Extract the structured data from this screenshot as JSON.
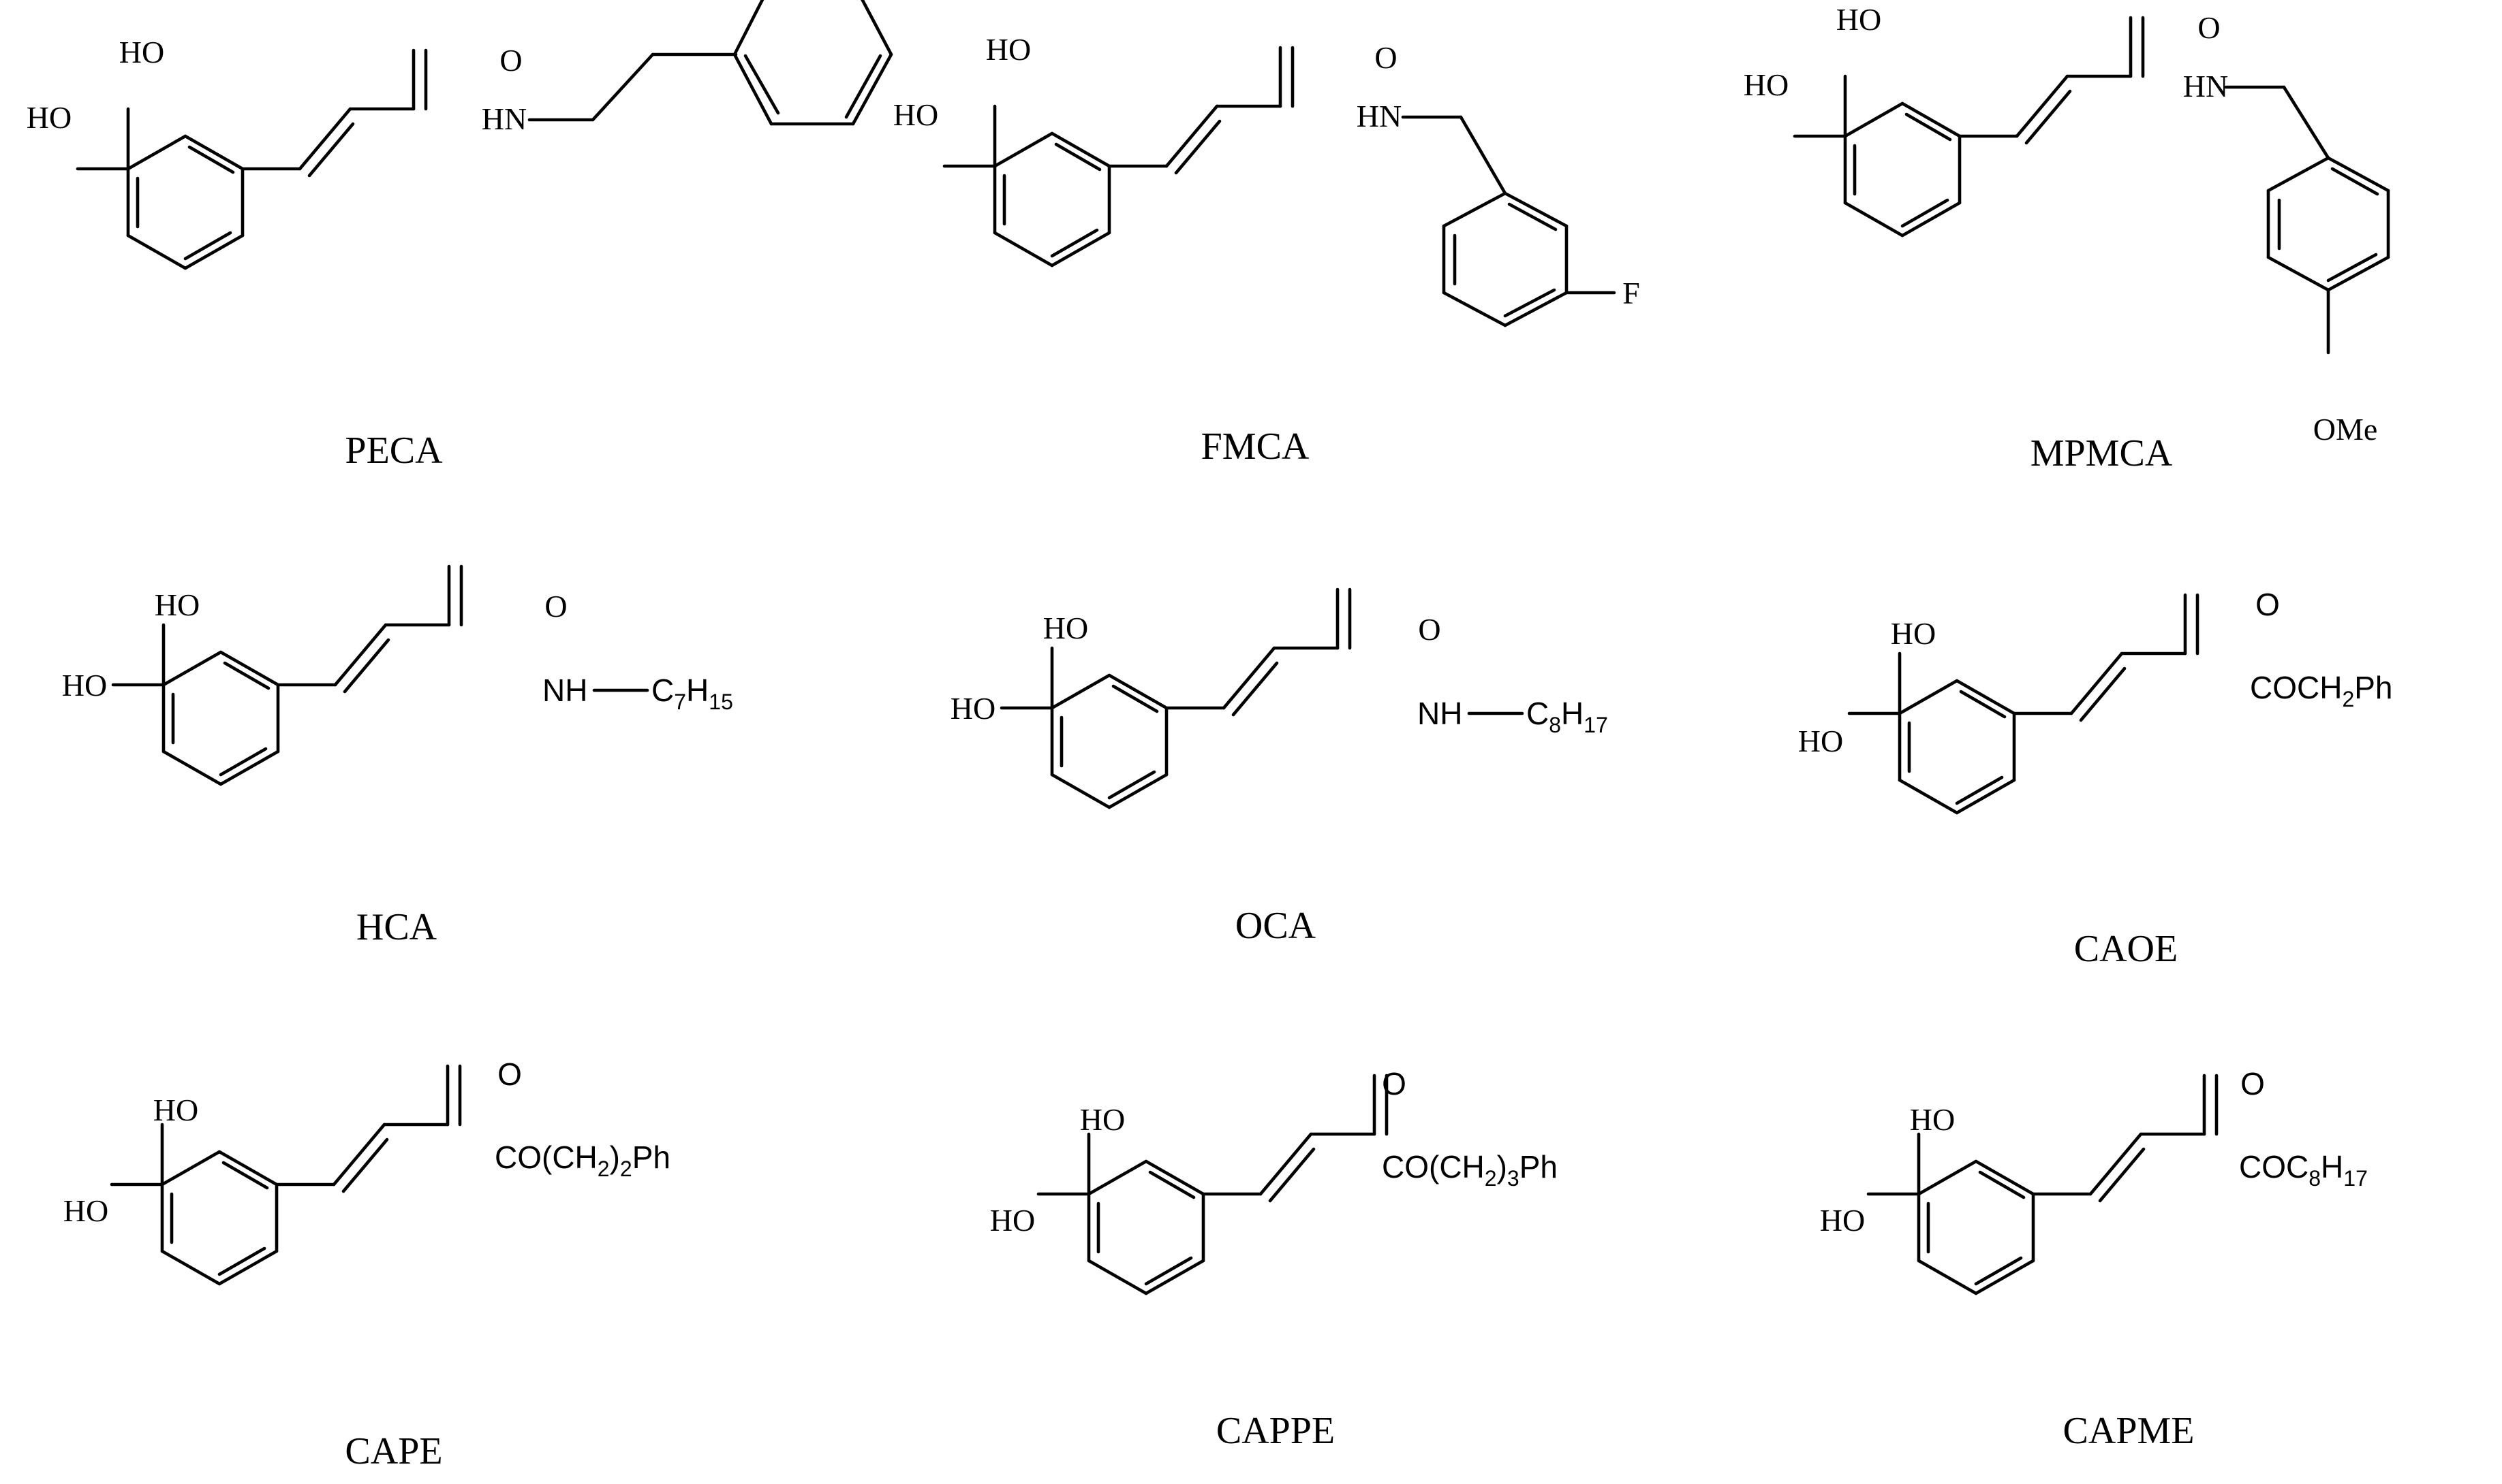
{
  "figure": {
    "compounds": [
      {
        "id": "peca",
        "caption": "PECA",
        "labels": {
          "ho_top": "HO",
          "ho_left": "HO",
          "carbonyl_o": "O",
          "amide_n": "HN"
        }
      },
      {
        "id": "fmca",
        "caption": "FMCA",
        "labels": {
          "ho_top": "HO",
          "ho_left": "HO",
          "carbonyl_o": "O",
          "amide_n": "HN",
          "subst": "F"
        }
      },
      {
        "id": "mpmca",
        "caption": "MPMCA",
        "labels": {
          "ho_top": "HO",
          "ho_left": "HO",
          "carbonyl_o": "O",
          "amide_n": "HN",
          "subst": "OMe"
        }
      },
      {
        "id": "hca",
        "caption": "HCA",
        "labels": {
          "ho_top": "HO",
          "ho_left": "HO",
          "carbonyl_o": "O",
          "nh": "NH",
          "c": "C",
          "c_count": "7",
          "h": "H",
          "h_count": "15"
        }
      },
      {
        "id": "oca",
        "caption": "OCA",
        "labels": {
          "ho_top": "HO",
          "ho_left": "HO",
          "carbonyl_o": "O",
          "nh": "NH",
          "c": "C",
          "c_count": "8",
          "h": "H",
          "h_count": "17"
        }
      },
      {
        "id": "caoe",
        "caption": "CAOE",
        "labels": {
          "ho_top": "HO",
          "ho_left": "HO",
          "carbonyl_o": "O",
          "ester": "COCH",
          "ester_count": "2",
          "ester_tail": "Ph"
        }
      },
      {
        "id": "cape",
        "caption": "CAPE",
        "labels": {
          "ho_top": "HO",
          "ho_left": "HO",
          "carbonyl_o": "O",
          "ester": "CO(CH",
          "ester_count": "2",
          "ester_tail": ")",
          "ester_count2": "2",
          "ester_tail2": "Ph"
        }
      },
      {
        "id": "cappe",
        "caption": "CAPPE",
        "labels": {
          "ho_top": "HO",
          "ho_left": "HO",
          "carbonyl_o": "O",
          "ester": "CO(CH",
          "ester_count": "2",
          "ester_tail": ")",
          "ester_count2": "3",
          "ester_tail2": "Ph"
        }
      },
      {
        "id": "capme",
        "caption": "CAPME",
        "labels": {
          "ho_top": "HO",
          "ho_left": "HO",
          "carbonyl_o": "O",
          "ester": "COC",
          "ester_count": "8",
          "ester_tail": "H",
          "ester_count2": "17"
        }
      }
    ]
  }
}
